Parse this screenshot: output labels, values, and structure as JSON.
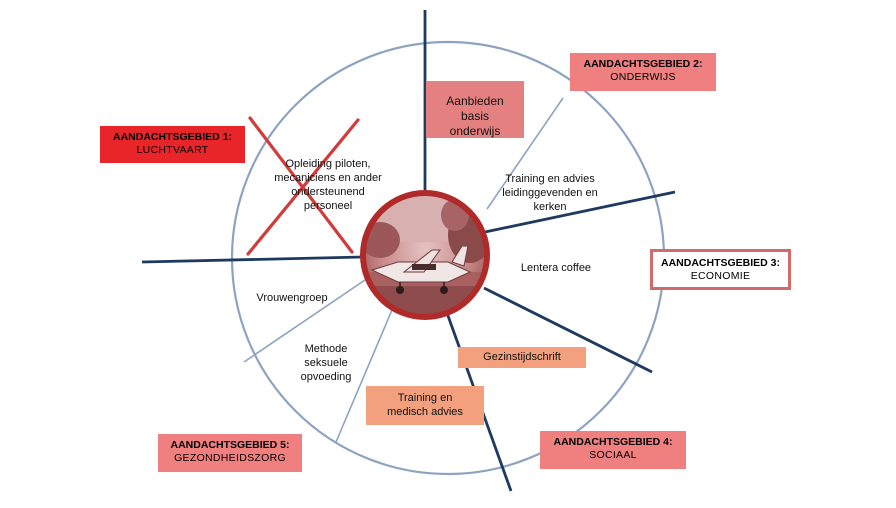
{
  "areas": [
    {
      "title": "AANDACHTSGEBIED 1:",
      "name": "LUCHTVAART",
      "status": "crossed-out",
      "fill": "#e8262a"
    },
    {
      "title": "AANDACHTSGEBIED 2:",
      "name": "ONDERWIJS",
      "fill": "#f08080"
    },
    {
      "title": "AANDACHTSGEBIED 3:",
      "name": "ECONOMIE",
      "fill": "#ffffff",
      "border": "#d16a6a"
    },
    {
      "title": "AANDACHTSGEBIED 4:",
      "name": "SOCIAAL",
      "fill": "#f08080"
    },
    {
      "title": "AANDACHTSGEBIED 5:",
      "name": "GEZONDHEIDSZORG",
      "fill": "#f08080"
    }
  ],
  "segments": {
    "opleiding": "Opleiding piloten, mecaniciens en ander ondersteunend personeel",
    "training_leiding": "Training en advies leidinggevenden en kerken",
    "lentera": "Lentera coffee",
    "vrouwengroep": "Vrouwengroep",
    "methode": "Methode seksuele opvoeding"
  },
  "highlighted": {
    "basis_onderwijs": "Aanbieden basis onderwijs",
    "gezinstijdschrift": "Gezinstijdschrift",
    "medisch": "Training en medisch advies"
  },
  "colors": {
    "ring": "#8da3c2",
    "spoke": "#1f3a5f",
    "hub_border": "#b02a2a",
    "cross": "#d23b3b",
    "tag_pink": "#e58080",
    "tag_salmon": "#f3a07e"
  },
  "hub_image": "small-airplane-photo-icon"
}
